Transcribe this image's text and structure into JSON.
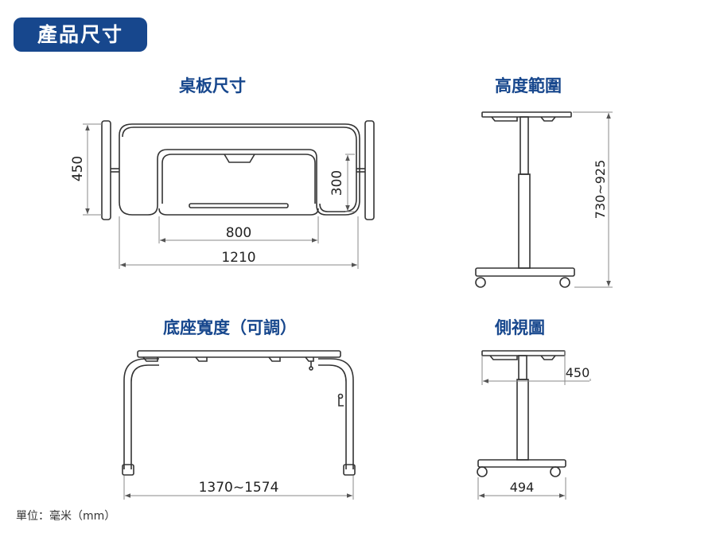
{
  "header": {
    "title": "產品尺寸"
  },
  "sections": {
    "top": {
      "title": "桌板尺寸",
      "dims": {
        "depth": "450",
        "inner_depth": "300",
        "inner_width": "800",
        "width": "1210"
      }
    },
    "height": {
      "title": "高度範圍",
      "dims": {
        "height": "730~925"
      }
    },
    "base": {
      "title": "底座寬度（可調）",
      "dims": {
        "width": "1370~1574"
      }
    },
    "side": {
      "title": "側視圖",
      "dims": {
        "top_depth": "450",
        "base_depth": "494"
      }
    }
  },
  "footer": {
    "unit_note": "單位：毫米（mm）"
  },
  "colors": {
    "accent": "#17478d",
    "line": "#333333",
    "dim": "#888888"
  }
}
